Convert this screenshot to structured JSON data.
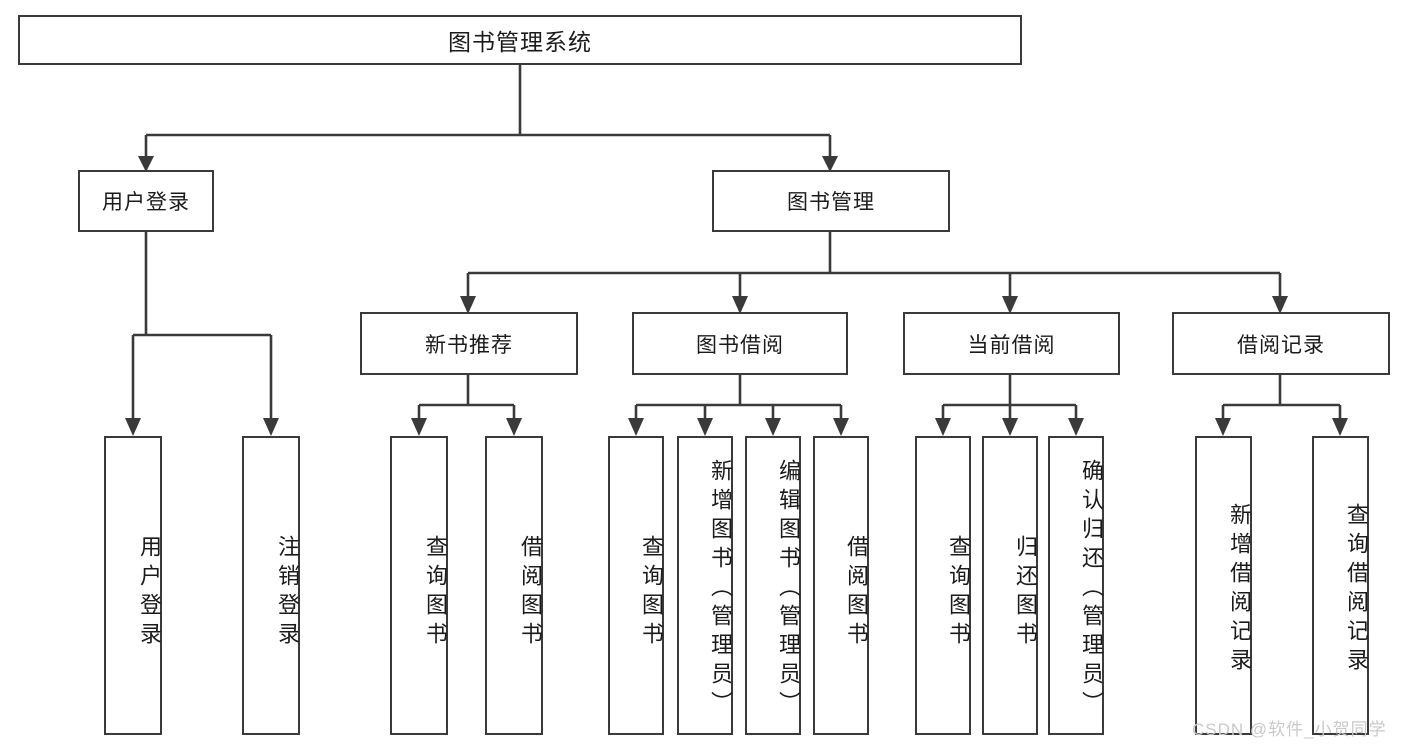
{
  "diagram": {
    "title": "图书管理系统",
    "type": "tree-hierarchy",
    "root": {
      "label": "图书管理系统"
    },
    "level2": [
      {
        "label": "用户登录"
      },
      {
        "label": "图书管理"
      }
    ],
    "level3": [
      {
        "label": "新书推荐",
        "parent": "图书管理"
      },
      {
        "label": "图书借阅",
        "parent": "图书管理"
      },
      {
        "label": "当前借阅",
        "parent": "图书管理"
      },
      {
        "label": "借阅记录",
        "parent": "图书管理"
      }
    ],
    "leaves": {
      "user_login": [
        {
          "label": "用户登录"
        },
        {
          "label": "注销登录"
        }
      ],
      "new_book_recommend": [
        {
          "label": "查询图书"
        },
        {
          "label": "借阅图书"
        }
      ],
      "book_borrow": [
        {
          "label": "查询图书"
        },
        {
          "label": "新增图书（管理员）"
        },
        {
          "label": "编辑图书（管理员）"
        },
        {
          "label": "借阅图书"
        }
      ],
      "current_borrow": [
        {
          "label": "查询图书"
        },
        {
          "label": "归还图书"
        },
        {
          "label": "确认归还（管理员）"
        }
      ],
      "borrow_record": [
        {
          "label": "新增借阅记录"
        },
        {
          "label": "查询借阅记录"
        }
      ]
    }
  },
  "watermark": {
    "text": "CSDN @软件_小贺同学"
  },
  "colors": {
    "stroke": "#3a3a3a",
    "text": "#1b1b1b",
    "background": "#ffffff",
    "watermark": "#c9c9c9"
  }
}
